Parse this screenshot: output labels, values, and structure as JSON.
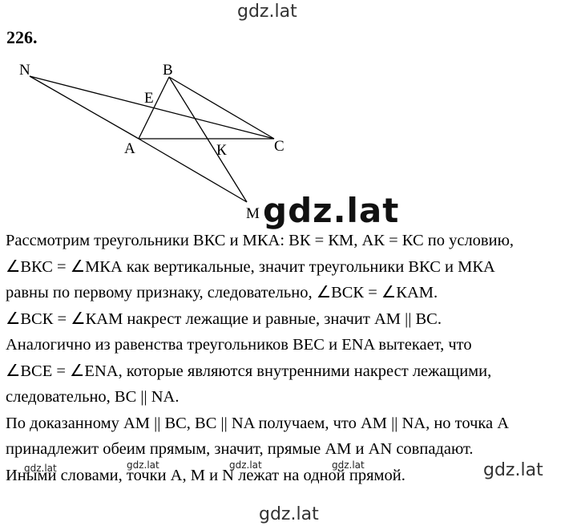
{
  "watermarks": {
    "top": "gdz.lat",
    "big": "gdz.lat",
    "small": [
      "gdz.lat",
      "gdz.lat",
      "gdz.lat",
      "gdz.lat"
    ],
    "right": "gdz.lat",
    "bottom": "gdz.lat"
  },
  "problem_number": "226.",
  "figure": {
    "labels": {
      "N": "N",
      "B": "B",
      "E": "E",
      "A": "A",
      "C": "C",
      "K": "К",
      "M": "M"
    }
  },
  "solution": {
    "lines": [
      "Рассмотрим треугольники ВКС и МКА: ВК = КМ, АК = КС по условию,",
      "∠ВКС = ∠МКА как вертикальные, значит треугольники ВКС и МКА",
      "равны по первому признаку, следовательно, ∠ВСК = ∠КАМ.",
      "∠ВСК = ∠КАМ накрест лежащие и равные, значит АМ || ВС.",
      "Аналогично из равенства треугольников ВЕС и ENA вытекает, что",
      "∠ВСЕ = ∠ENA, которые являются внутренними накрест лежащими,",
      "следовательно, ВС || NA.",
      "По доказанному АМ || ВС, ВС || NA получаем, что АМ || NA, но точка А",
      "принадлежит обеим прямым, значит, прямые АМ и AN совпадают.",
      "Иными словами, точки А, М и N лежат на одной прямой."
    ]
  }
}
